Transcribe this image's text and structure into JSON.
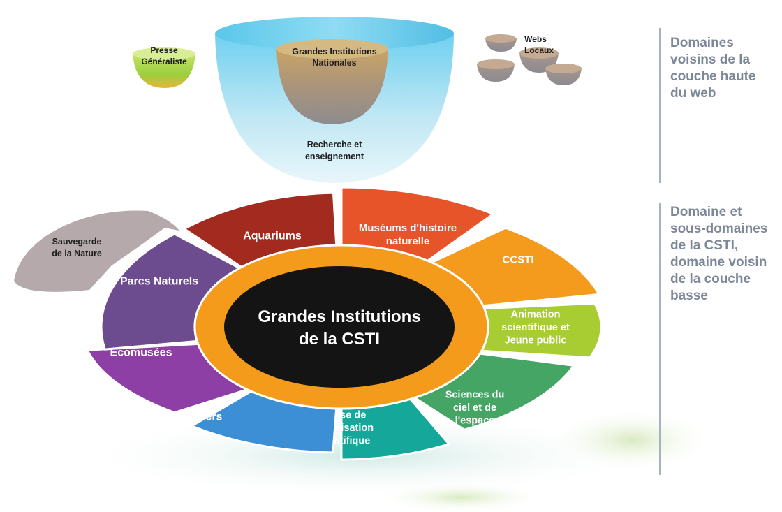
{
  "top": {
    "presse": [
      "Presse",
      "Généraliste"
    ],
    "grandes_nationales": [
      "Grandes Institutions",
      "Nationales"
    ],
    "recherche": [
      "Recherche et",
      "enseignement"
    ],
    "webs_locaux": [
      "Webs",
      "Locaux"
    ]
  },
  "sauvegarde": [
    "Sauvegarde",
    "de la Nature"
  ],
  "center": [
    "Grandes Institutions",
    "de la CSTI"
  ],
  "segments": [
    {
      "id": "aquariums",
      "lines": [
        "Aquariums"
      ],
      "color": "#a32a1e"
    },
    {
      "id": "museums",
      "lines": [
        "Muséums d'histoire",
        "naturelle"
      ],
      "color": "#e8542a"
    },
    {
      "id": "ccsti",
      "lines": [
        "CCSTI"
      ],
      "color": "#f49a1c"
    },
    {
      "id": "animation",
      "lines": [
        "Animation",
        "scientifique et",
        "Jeune public"
      ],
      "color": "#a8cd32"
    },
    {
      "id": "sciences",
      "lines": [
        "Sciences du",
        "ciel et de",
        "l'espace"
      ],
      "color": "#45a565"
    },
    {
      "id": "presse-vulg",
      "lines": [
        "Presse de",
        "vulgarisation",
        "scientifique"
      ],
      "color": "#14a79a"
    },
    {
      "id": "divers",
      "lines": [
        "Divers"
      ],
      "color": "#3c8fd4"
    },
    {
      "id": "ecomusees",
      "lines": [
        "Ecomusées"
      ],
      "color": "#8d3fa6"
    },
    {
      "id": "parcs",
      "lines": [
        "Parcs Naturels"
      ],
      "color": "#6c4b8f"
    }
  ],
  "side_top": [
    "Domaines",
    "voisins de la",
    "couche haute",
    "du web"
  ],
  "side_bottom": [
    "Domaine et",
    "sous-domaines",
    "de la CSTI,",
    "domaine voisin",
    "de la couche",
    "basse"
  ],
  "colors": {
    "side_text": "#7c8797",
    "rule": "#a6b2c2",
    "ring": "#f59b1c",
    "center": "#141414"
  }
}
